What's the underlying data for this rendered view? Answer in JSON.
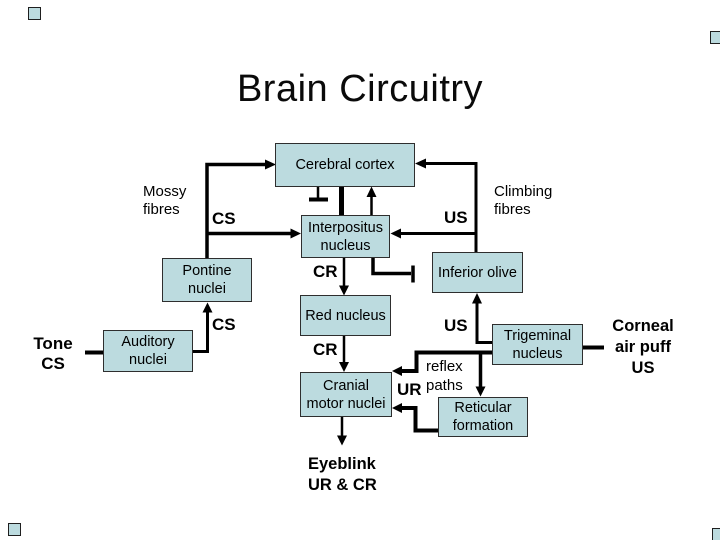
{
  "slide": {
    "title": "Brain Circuitry",
    "background": "#ffffff"
  },
  "colors": {
    "box_fill": "#bcdbdf",
    "box_border": "#2e2e2e",
    "line": "#000000",
    "text": "#000000"
  },
  "boxes": [
    {
      "id": "cerebral-cortex",
      "label": "Cerebral cortex"
    },
    {
      "id": "interpositus-nucleus",
      "label": "Interpositus nucleus"
    },
    {
      "id": "pontine-nuclei",
      "label": "Pontine nuclei"
    },
    {
      "id": "inferior-olive",
      "label": "Inferior olive"
    },
    {
      "id": "red-nucleus",
      "label": "Red nucleus"
    },
    {
      "id": "auditory-nuclei",
      "label": "Auditory nuclei"
    },
    {
      "id": "trigeminal-nucleus",
      "label": "Trigeminal nucleus"
    },
    {
      "id": "cranial-motor-nuclei",
      "label": "Cranial motor nuclei"
    },
    {
      "id": "reticular-formation",
      "label": "Reticular formation"
    }
  ],
  "labels": {
    "mossy_fibres": "Mossy\nfibres",
    "cs_cortical": "CS",
    "us_cortical": "US",
    "climbing_fibres": "Climbing\nfibres",
    "cr_interpositus": "CR",
    "cs_pontine": "CS",
    "tone_cs": "Tone\nCS",
    "us_trigeminal": "US",
    "ur": "UR",
    "reflex_paths": "reflex\npaths",
    "corneal_air_puff": "Corneal\nair puff\nUS",
    "cr_red": "CR",
    "eyeblink": "Eyeblink\nUR & CR"
  }
}
